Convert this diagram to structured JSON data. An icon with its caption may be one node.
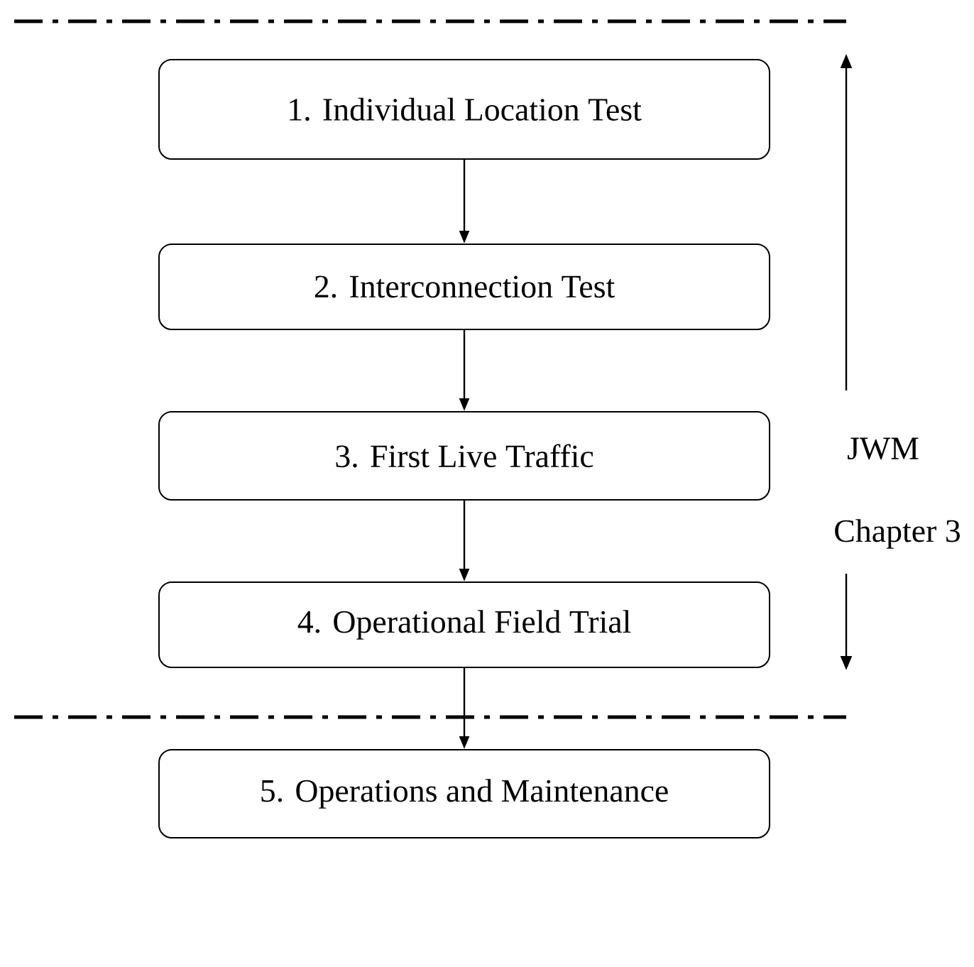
{
  "diagram": {
    "nodes": [
      {
        "text": [
          "1.  Individual Location Test"
        ]
      },
      {
        "text": [
          "2. Interconnection Test"
        ]
      },
      {
        "text": [
          "3. First Live Traffic"
        ]
      },
      {
        "text": [
          "4. Operational Field Trial"
        ]
      },
      {
        "text": [
          "5. Operations and Maintenance"
        ]
      }
    ],
    "edges": [
      {
        "from": 0,
        "to": 1,
        "arrow": "to"
      },
      {
        "from": 1,
        "to": 2,
        "arrow": "to"
      },
      {
        "from": 2,
        "to": 3,
        "arrow": "to"
      },
      {
        "from": 3,
        "to": 4,
        "arrow": "to"
      }
    ],
    "labels": [
      "JWM",
      "Chapter 3"
    ]
  }
}
